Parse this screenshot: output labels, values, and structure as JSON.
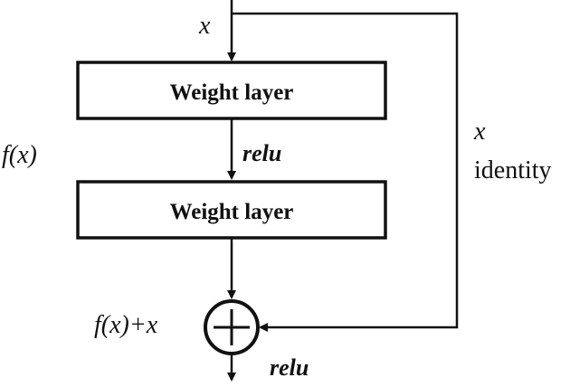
{
  "diagram": {
    "input_label": "x",
    "layer1_label": "Weight layer",
    "activation1_label": "relu",
    "layer2_label": "Weight layer",
    "residual_label": "f(x)",
    "sum_label": "f(x)+x",
    "output_activation_label": "relu",
    "shortcut_label": "x",
    "shortcut_sublabel": "identity"
  },
  "colors": {
    "stroke": "#111111",
    "background": "#ffffff"
  }
}
